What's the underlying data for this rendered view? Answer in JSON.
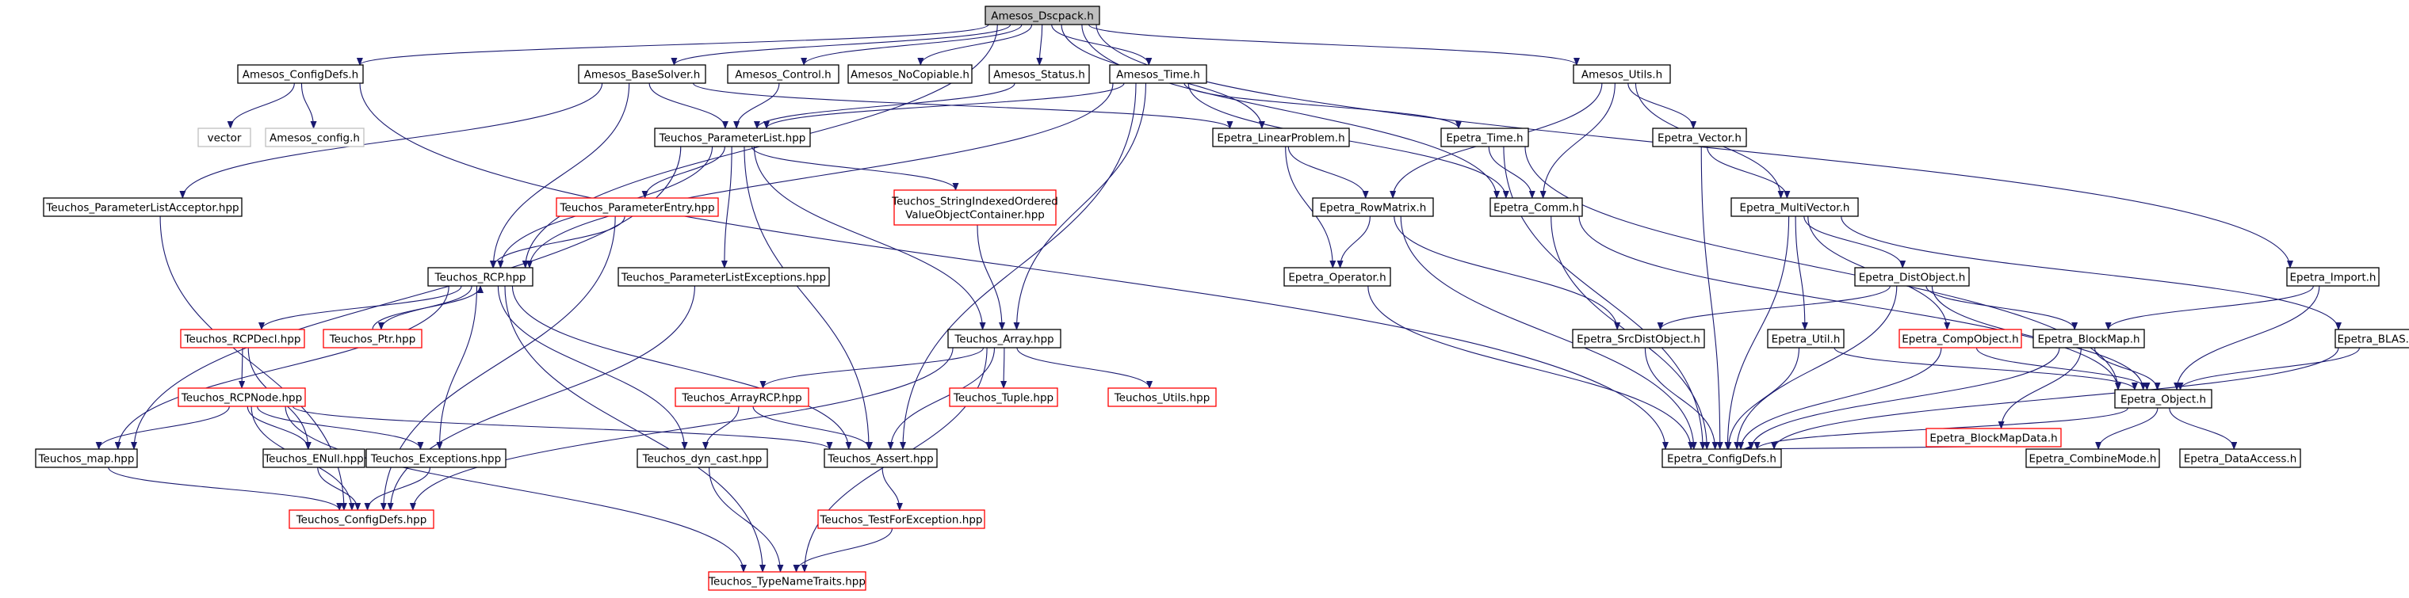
{
  "colors": {
    "edge": "#191970",
    "box_black": "#000000",
    "box_red": "#ff0000",
    "box_gray": "#bfbfbf",
    "root_fill": "#bfbfbf",
    "text": "#000000"
  },
  "nodes": [
    {
      "id": "amesos_dscpack",
      "label": "Amesos_Dscpack.h",
      "style": "root"
    },
    {
      "id": "amesos_configdefs",
      "label": "Amesos_ConfigDefs.h",
      "style": "black"
    },
    {
      "id": "amesos_basesolver",
      "label": "Amesos_BaseSolver.h",
      "style": "black"
    },
    {
      "id": "amesos_control",
      "label": "Amesos_Control.h",
      "style": "black"
    },
    {
      "id": "amesos_nocopiable",
      "label": "Amesos_NoCopiable.h",
      "style": "black"
    },
    {
      "id": "amesos_status",
      "label": "Amesos_Status.h",
      "style": "black"
    },
    {
      "id": "amesos_time",
      "label": "Amesos_Time.h",
      "style": "black"
    },
    {
      "id": "amesos_utils",
      "label": "Amesos_Utils.h",
      "style": "black"
    },
    {
      "id": "vector",
      "label": "vector",
      "style": "gray"
    },
    {
      "id": "amesos_config",
      "label": "Amesos_config.h",
      "style": "gray"
    },
    {
      "id": "teuchos_parameterlistacceptor",
      "label": "Teuchos_ParameterListAcceptor.hpp",
      "style": "black"
    },
    {
      "id": "teuchos_parameterlist",
      "label": "Teuchos_ParameterList.hpp",
      "style": "black"
    },
    {
      "id": "epetra_linearproblem",
      "label": "Epetra_LinearProblem.h",
      "style": "black"
    },
    {
      "id": "epetra_time",
      "label": "Epetra_Time.h",
      "style": "black"
    },
    {
      "id": "epetra_vector",
      "label": "Epetra_Vector.h",
      "style": "black"
    },
    {
      "id": "teuchos_parameterentry",
      "label": "Teuchos_ParameterEntry.hpp",
      "style": "red"
    },
    {
      "id": "teuchos_stringindexed",
      "label": "Teuchos_StringIndexedOrdered\nValueObjectContainer.hpp",
      "style": "red"
    },
    {
      "id": "epetra_rowmatrix",
      "label": "Epetra_RowMatrix.h",
      "style": "black"
    },
    {
      "id": "epetra_comm",
      "label": "Epetra_Comm.h",
      "style": "black"
    },
    {
      "id": "epetra_multivector",
      "label": "Epetra_MultiVector.h",
      "style": "black"
    },
    {
      "id": "teuchos_rcp",
      "label": "Teuchos_RCP.hpp",
      "style": "black"
    },
    {
      "id": "teuchos_parameterlistexceptions",
      "label": "Teuchos_ParameterListExceptions.hpp",
      "style": "black"
    },
    {
      "id": "epetra_operator",
      "label": "Epetra_Operator.h",
      "style": "black"
    },
    {
      "id": "epetra_distobject",
      "label": "Epetra_DistObject.h",
      "style": "black"
    },
    {
      "id": "epetra_import",
      "label": "Epetra_Import.h",
      "style": "black"
    },
    {
      "id": "teuchos_rcpdecl",
      "label": "Teuchos_RCPDecl.hpp",
      "style": "red"
    },
    {
      "id": "teuchos_ptr",
      "label": "Teuchos_Ptr.hpp",
      "style": "red"
    },
    {
      "id": "teuchos_array",
      "label": "Teuchos_Array.hpp",
      "style": "black"
    },
    {
      "id": "epetra_srcdistobject",
      "label": "Epetra_SrcDistObject.h",
      "style": "black"
    },
    {
      "id": "epetra_util",
      "label": "Epetra_Util.h",
      "style": "black"
    },
    {
      "id": "epetra_compobject",
      "label": "Epetra_CompObject.h",
      "style": "red"
    },
    {
      "id": "epetra_blockmap",
      "label": "Epetra_BlockMap.h",
      "style": "black"
    },
    {
      "id": "epetra_blas",
      "label": "Epetra_BLAS.h",
      "style": "black"
    },
    {
      "id": "teuchos_rcpnode",
      "label": "Teuchos_RCPNode.hpp",
      "style": "red"
    },
    {
      "id": "teuchos_arrayrcp",
      "label": "Teuchos_ArrayRCP.hpp",
      "style": "red"
    },
    {
      "id": "teuchos_tuple",
      "label": "Teuchos_Tuple.hpp",
      "style": "red"
    },
    {
      "id": "teuchos_utils",
      "label": "Teuchos_Utils.hpp",
      "style": "red"
    },
    {
      "id": "epetra_blockmapdata",
      "label": "Epetra_BlockMapData.h",
      "style": "red"
    },
    {
      "id": "epetra_object",
      "label": "Epetra_Object.h",
      "style": "black"
    },
    {
      "id": "teuchos_map",
      "label": "Teuchos_map.hpp",
      "style": "black"
    },
    {
      "id": "teuchos_enull",
      "label": "Teuchos_ENull.hpp",
      "style": "black"
    },
    {
      "id": "teuchos_exceptions",
      "label": "Teuchos_Exceptions.hpp",
      "style": "black"
    },
    {
      "id": "teuchos_dyn_cast",
      "label": "Teuchos_dyn_cast.hpp",
      "style": "black"
    },
    {
      "id": "teuchos_assert",
      "label": "Teuchos_Assert.hpp",
      "style": "black"
    },
    {
      "id": "epetra_configdefs",
      "label": "Epetra_ConfigDefs.h",
      "style": "black"
    },
    {
      "id": "epetra_combinemode",
      "label": "Epetra_CombineMode.h",
      "style": "black"
    },
    {
      "id": "epetra_dataaccess",
      "label": "Epetra_DataAccess.h",
      "style": "black"
    },
    {
      "id": "teuchos_configdefs",
      "label": "Teuchos_ConfigDefs.hpp",
      "style": "red"
    },
    {
      "id": "teuchos_testforexception",
      "label": "Teuchos_TestForException.hpp",
      "style": "red"
    },
    {
      "id": "teuchos_typenametraits",
      "label": "Teuchos_TypeNameTraits.hpp",
      "style": "red"
    }
  ],
  "edges": [
    [
      "amesos_dscpack",
      "amesos_configdefs"
    ],
    [
      "amesos_dscpack",
      "amesos_basesolver"
    ],
    [
      "amesos_dscpack",
      "amesos_control"
    ],
    [
      "amesos_dscpack",
      "amesos_nocopiable"
    ],
    [
      "amesos_dscpack",
      "amesos_status"
    ],
    [
      "amesos_dscpack",
      "amesos_time"
    ],
    [
      "amesos_dscpack",
      "amesos_utils"
    ],
    [
      "amesos_dscpack",
      "epetra_linearproblem"
    ],
    [
      "amesos_dscpack",
      "epetra_comm"
    ],
    [
      "amesos_dscpack",
      "epetra_import"
    ],
    [
      "amesos_dscpack",
      "teuchos_rcp"
    ],
    [
      "amesos_configdefs",
      "vector"
    ],
    [
      "amesos_configdefs",
      "amesos_config"
    ],
    [
      "amesos_configdefs",
      "epetra_configdefs"
    ],
    [
      "amesos_basesolver",
      "teuchos_parameterlistacceptor"
    ],
    [
      "amesos_basesolver",
      "teuchos_parameterlist"
    ],
    [
      "amesos_basesolver",
      "epetra_linearproblem"
    ],
    [
      "amesos_basesolver",
      "teuchos_rcp"
    ],
    [
      "amesos_control",
      "teuchos_parameterlist"
    ],
    [
      "amesos_status",
      "teuchos_parameterlist"
    ],
    [
      "amesos_time",
      "teuchos_parameterlist"
    ],
    [
      "amesos_time",
      "epetra_time"
    ],
    [
      "amesos_time",
      "epetra_comm"
    ],
    [
      "amesos_time",
      "teuchos_rcp"
    ],
    [
      "amesos_time",
      "teuchos_array"
    ],
    [
      "amesos_time",
      "teuchos_assert"
    ],
    [
      "amesos_utils",
      "epetra_rowmatrix"
    ],
    [
      "amesos_utils",
      "epetra_comm"
    ],
    [
      "amesos_utils",
      "epetra_vector"
    ],
    [
      "amesos_utils",
      "epetra_multivector"
    ],
    [
      "teuchos_parameterlistacceptor",
      "teuchos_configdefs"
    ],
    [
      "teuchos_parameterlist",
      "teuchos_parameterentry"
    ],
    [
      "teuchos_parameterlist",
      "teuchos_stringindexed"
    ],
    [
      "teuchos_parameterlist",
      "teuchos_parameterlistexceptions"
    ],
    [
      "teuchos_parameterlist",
      "teuchos_rcp"
    ],
    [
      "teuchos_parameterlist",
      "teuchos_map"
    ],
    [
      "teuchos_parameterlist",
      "teuchos_array"
    ],
    [
      "teuchos_parameterlist",
      "teuchos_assert"
    ],
    [
      "epetra_linearproblem",
      "epetra_rowmatrix"
    ],
    [
      "epetra_linearproblem",
      "epetra_operator"
    ],
    [
      "epetra_time",
      "epetra_comm"
    ],
    [
      "epetra_time",
      "epetra_object"
    ],
    [
      "epetra_time",
      "epetra_configdefs"
    ],
    [
      "epetra_vector",
      "epetra_multivector"
    ],
    [
      "epetra_vector",
      "epetra_configdefs"
    ],
    [
      "teuchos_parameterentry",
      "teuchos_rcp"
    ],
    [
      "teuchos_parameterentry",
      "teuchos_configdefs"
    ],
    [
      "teuchos_stringindexed",
      "teuchos_array"
    ],
    [
      "epetra_rowmatrix",
      "epetra_operator"
    ],
    [
      "epetra_rowmatrix",
      "epetra_srcdistobject"
    ],
    [
      "epetra_rowmatrix",
      "epetra_configdefs"
    ],
    [
      "epetra_comm",
      "epetra_object"
    ],
    [
      "epetra_comm",
      "epetra_configdefs"
    ],
    [
      "epetra_multivector",
      "epetra_distobject"
    ],
    [
      "epetra_multivector",
      "epetra_blas"
    ],
    [
      "epetra_multivector",
      "epetra_util"
    ],
    [
      "epetra_multivector",
      "epetra_compobject"
    ],
    [
      "epetra_multivector",
      "epetra_configdefs"
    ],
    [
      "teuchos_rcp",
      "teuchos_rcpdecl"
    ],
    [
      "teuchos_rcp",
      "teuchos_ptr"
    ],
    [
      "teuchos_rcp",
      "teuchos_map"
    ],
    [
      "teuchos_rcp",
      "teuchos_exceptions"
    ],
    [
      "teuchos_rcp",
      "teuchos_dyn_cast"
    ],
    [
      "teuchos_rcp",
      "teuchos_assert"
    ],
    [
      "teuchos_rcp",
      "teuchos_typenametraits"
    ],
    [
      "teuchos_ptr",
      "teuchos_rcp"
    ],
    [
      "teuchos_parameterlistexceptions",
      "teuchos_configdefs"
    ],
    [
      "epetra_operator",
      "epetra_configdefs"
    ],
    [
      "epetra_distobject",
      "epetra_srcdistobject"
    ],
    [
      "epetra_distobject",
      "epetra_blockmap"
    ],
    [
      "epetra_distobject",
      "epetra_object"
    ],
    [
      "epetra_distobject",
      "epetra_configdefs"
    ],
    [
      "epetra_import",
      "epetra_blockmap"
    ],
    [
      "epetra_import",
      "epetra_object"
    ],
    [
      "teuchos_rcpdecl",
      "teuchos_rcpnode"
    ],
    [
      "teuchos_rcpdecl",
      "teuchos_enull"
    ],
    [
      "teuchos_array",
      "teuchos_arrayrcp"
    ],
    [
      "teuchos_array",
      "teuchos_tuple"
    ],
    [
      "teuchos_array",
      "teuchos_utils"
    ],
    [
      "teuchos_array",
      "teuchos_assert"
    ],
    [
      "teuchos_array",
      "teuchos_typenametraits"
    ],
    [
      "teuchos_array",
      "teuchos_configdefs"
    ],
    [
      "epetra_srcdistobject",
      "epetra_configdefs"
    ],
    [
      "epetra_util",
      "epetra_object"
    ],
    [
      "epetra_util",
      "epetra_configdefs"
    ],
    [
      "epetra_compobject",
      "epetra_object"
    ],
    [
      "epetra_compobject",
      "epetra_configdefs"
    ],
    [
      "epetra_blockmap",
      "epetra_blockmapdata"
    ],
    [
      "epetra_blockmap",
      "epetra_object"
    ],
    [
      "epetra_blockmap",
      "epetra_configdefs"
    ],
    [
      "epetra_blas",
      "epetra_object"
    ],
    [
      "epetra_blas",
      "epetra_configdefs"
    ],
    [
      "teuchos_rcpnode",
      "teuchos_map"
    ],
    [
      "teuchos_rcpnode",
      "teuchos_enull"
    ],
    [
      "teuchos_rcpnode",
      "teuchos_exceptions"
    ],
    [
      "teuchos_rcpnode",
      "teuchos_assert"
    ],
    [
      "teuchos_rcpnode",
      "teuchos_configdefs"
    ],
    [
      "teuchos_rcpnode",
      "teuchos_typenametraits"
    ],
    [
      "teuchos_arrayrcp",
      "teuchos_dyn_cast"
    ],
    [
      "teuchos_arrayrcp",
      "teuchos_assert"
    ],
    [
      "epetra_blockmapdata",
      "epetra_configdefs"
    ],
    [
      "epetra_object",
      "epetra_combinemode"
    ],
    [
      "epetra_object",
      "epetra_dataaccess"
    ],
    [
      "epetra_object",
      "epetra_configdefs"
    ],
    [
      "teuchos_map",
      "teuchos_configdefs"
    ],
    [
      "teuchos_enull",
      "teuchos_configdefs"
    ],
    [
      "teuchos_exceptions",
      "teuchos_configdefs"
    ],
    [
      "teuchos_dyn_cast",
      "teuchos_typenametraits"
    ],
    [
      "teuchos_assert",
      "teuchos_testforexception"
    ],
    [
      "teuchos_testforexception",
      "teuchos_typenametraits"
    ]
  ]
}
